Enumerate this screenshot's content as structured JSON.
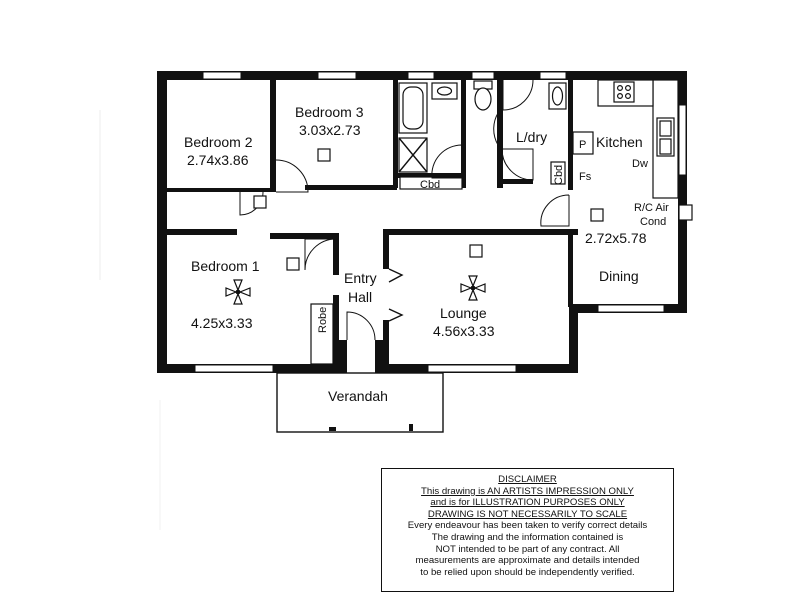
{
  "rooms": {
    "bedroom2": {
      "name": "Bedroom 2",
      "size": "2.74x3.86"
    },
    "bedroom3": {
      "name": "Bedroom 3",
      "size": "3.03x2.73"
    },
    "bedroom1": {
      "name": "Bedroom 1",
      "size": "4.25x3.33"
    },
    "laundry": {
      "name": "L/dry"
    },
    "kitchen": {
      "name": "Kitchen"
    },
    "entry": {
      "line1": "Entry",
      "line2": "Hall"
    },
    "lounge": {
      "name": "Lounge",
      "size": "4.56x3.33"
    },
    "dining": {
      "name": "Dining",
      "size": "2.72x5.78"
    },
    "verandah": {
      "name": "Verandah"
    }
  },
  "fixtures": {
    "cbd_hall": "Cbd",
    "cbd_laundry": "Cbd",
    "robe": "Robe",
    "pantry": "P",
    "dishwasher": "Dw",
    "fridge_space": "Fs",
    "aircon_line1": "R/C Air",
    "aircon_line2": "Cond"
  },
  "disclaimer": {
    "title": "DISCLAIMER",
    "underlined": [
      "This drawing is AN ARTISTS IMPRESSION ONLY",
      "and is for ILLUSTRATION PURPOSES ONLY",
      "DRAWING IS NOT NECESSARILY TO SCALE"
    ],
    "body": [
      "Every endeavour has been taken to verify correct details",
      "The drawing and the information contained is",
      "NOT intended to be part of any contract. All",
      "measurements are approximate and details intended",
      "to be relied upon should be independently verified."
    ]
  }
}
